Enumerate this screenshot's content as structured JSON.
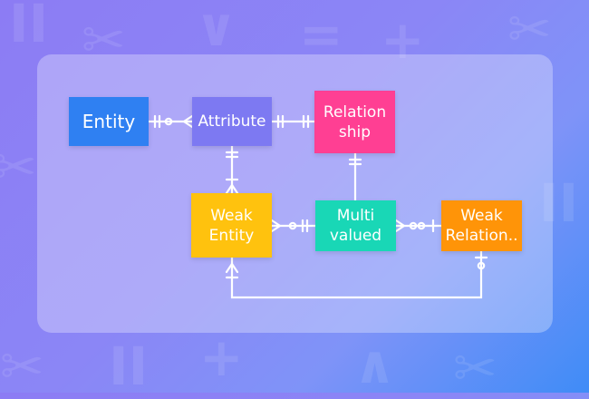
{
  "diagram": {
    "nodes": [
      {
        "id": "entity",
        "label": "Entity",
        "color": "#2f80f2"
      },
      {
        "id": "attribute",
        "label": "Attribute",
        "color": "#7d79f2"
      },
      {
        "id": "relationship",
        "label": "Relation\nship",
        "color": "#ff3f93"
      },
      {
        "id": "weak-entity",
        "label": "Weak\nEntity",
        "color": "#ffc20e"
      },
      {
        "id": "multivalued",
        "label": "Multi\nvalued",
        "color": "#19d7b6"
      },
      {
        "id": "weak-relationship",
        "label": "Weak\nRelation..",
        "color": "#ff9408"
      }
    ],
    "edges": [
      {
        "from": "entity",
        "to": "attribute",
        "notation": "one-to-zero-or-many"
      },
      {
        "from": "attribute",
        "to": "relationship",
        "notation": "one-to-one"
      },
      {
        "from": "attribute",
        "to": "weak-entity",
        "notation": "one-to-one-or-many"
      },
      {
        "from": "multivalued",
        "to": "relationship",
        "notation": "one"
      },
      {
        "from": "multivalued",
        "to": "weak-entity",
        "notation": "one-to-zero-or-many"
      },
      {
        "from": "multivalued",
        "to": "weak-relationship",
        "notation": "zero-or-many-to-zero-or-one"
      },
      {
        "from": "weak-entity",
        "to": "weak-relationship",
        "notation": "many-to-zero-or-one"
      }
    ]
  }
}
